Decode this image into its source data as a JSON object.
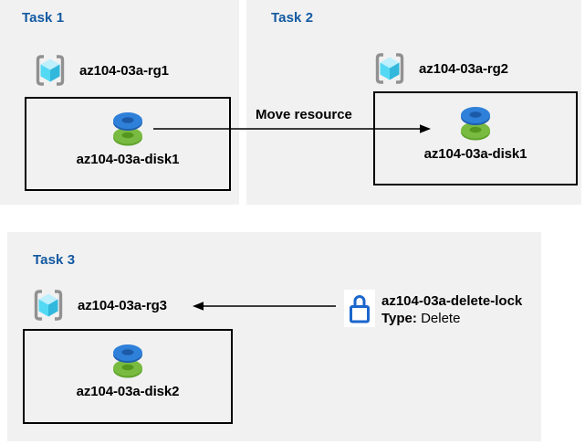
{
  "tasks": [
    {
      "title": "Task 1",
      "resource_group": "az104-03a-rg1",
      "resource": "az104-03a-disk1"
    },
    {
      "title": "Task 2",
      "resource_group": "az104-03a-rg2",
      "resource": "az104-03a-disk1"
    },
    {
      "title": "Task 3",
      "resource_group": "az104-03a-rg3",
      "resource": "az104-03a-disk2"
    }
  ],
  "arrows": {
    "move_label": "Move resource"
  },
  "lock": {
    "name": "az104-03a-delete-lock",
    "type_label": "Type:",
    "type_value": "Delete"
  },
  "colors": {
    "panel_bg": "#F1F1F1",
    "title_blue": "#1259A1",
    "box_border": "#000000",
    "lock_blue": "#1B66CC",
    "disk_blue": "#2F80D8",
    "disk_green": "#79BA40",
    "cube_cyan": "#50E6FF",
    "bracket_gray": "#919191"
  },
  "icons": {
    "resource_group": "resource-group-icon",
    "disk": "disk-icon",
    "lock": "lock-icon"
  }
}
